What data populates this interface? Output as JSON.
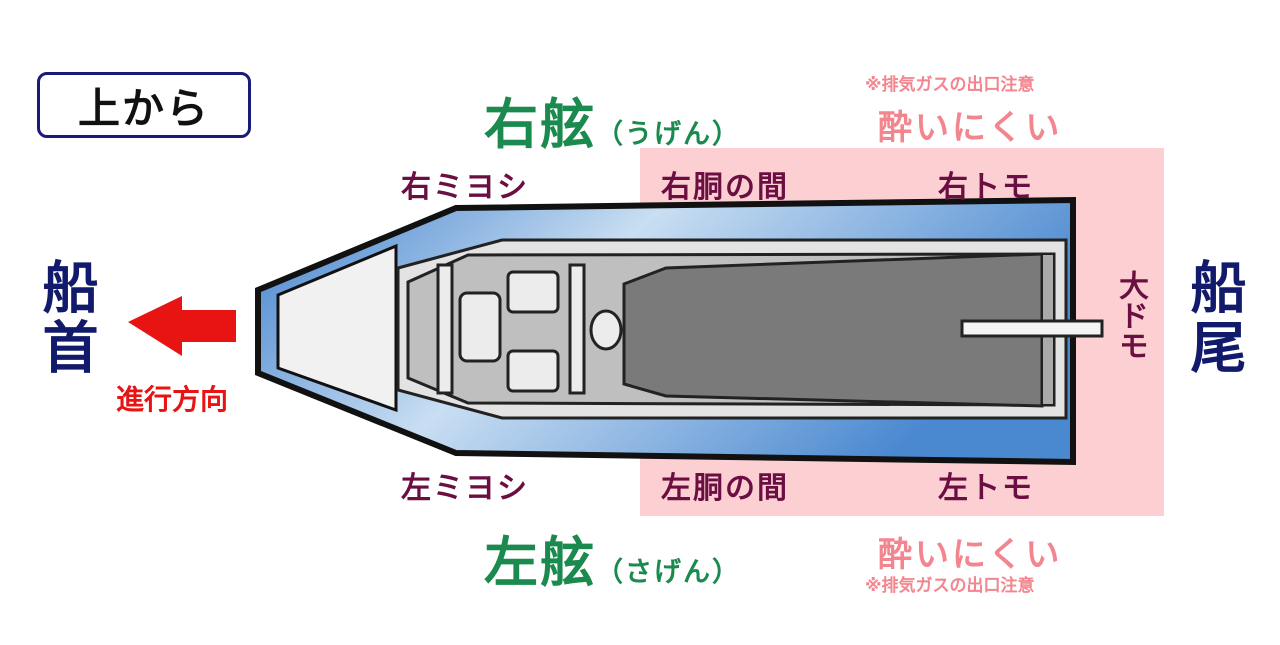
{
  "view_label": "上から",
  "starboard": {
    "main": "右舷",
    "reading": "（うげん）"
  },
  "port": {
    "main": "左舷",
    "reading": "（さげん）"
  },
  "bow": "船首",
  "stern": "船尾",
  "direction": "進行方向",
  "zones": {
    "starboard_bow": "右ミヨシ",
    "starboard_mid": "右胴の間",
    "starboard_stern": "右トモ",
    "port_bow": "左ミヨシ",
    "port_mid": "左胴の間",
    "port_stern": "左トモ",
    "center_stern": "大ドモ"
  },
  "less_seasick": "酔いにくい",
  "exhaust_note": "※排気ガスの出口注意",
  "colors": {
    "side_title": "#1a8a4e",
    "zone_label": "#6b0e42",
    "highlight_zone": "#fcd0d3",
    "note_text": "#f2858e",
    "end_label": "#121a6b",
    "arrow": "#e81414",
    "hull_blue": "#5b9bd5"
  }
}
